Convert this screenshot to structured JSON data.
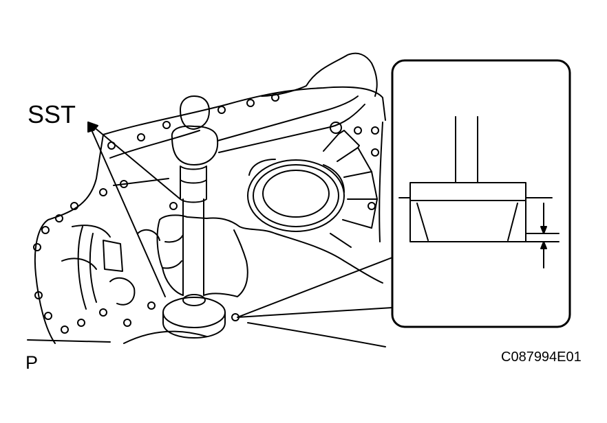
{
  "labels": {
    "tool": "SST",
    "view": "P",
    "figure_code": "C087994E01"
  },
  "colors": {
    "ink": "#000000",
    "paper": "#ffffff"
  }
}
